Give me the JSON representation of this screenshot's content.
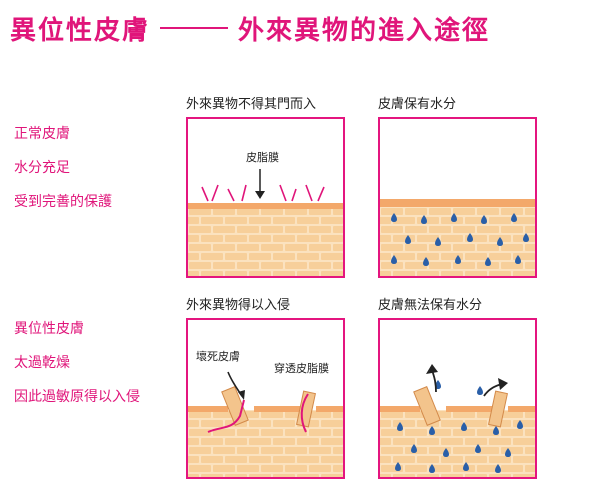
{
  "title": {
    "left": "異位性皮膚",
    "right": "外來異物的進入途徑"
  },
  "row1": {
    "side_lines": [
      "正常皮膚",
      "水分充足",
      "受到完善的保護"
    ],
    "panel_left_caption": "外來異物不得其門而入",
    "panel_right_caption": "皮膚保有水分",
    "label_film": "皮脂膜"
  },
  "row2": {
    "side_lines": [
      "異位性皮膚",
      "太過乾燥",
      "因此過敏原得以入侵"
    ],
    "panel_left_caption": "外來異物得以入侵",
    "panel_right_caption": "皮膚無法保有水分",
    "label_dead": "壞死皮膚",
    "label_pierce": "穿透皮脂膜"
  },
  "colors": {
    "accent": "#e0157a",
    "skin": "#f7c990",
    "skin_line": "#e7a35f",
    "water": "#2a5fa8"
  }
}
